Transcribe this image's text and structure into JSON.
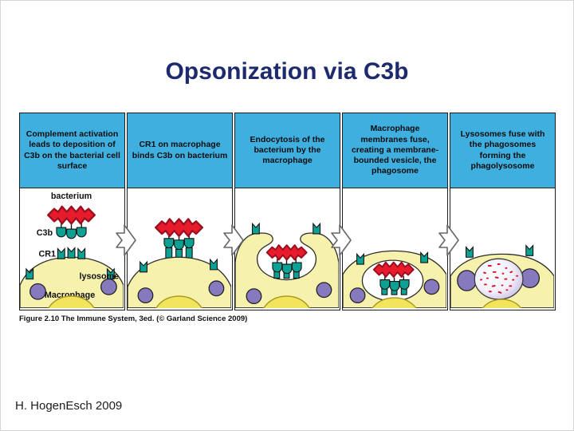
{
  "slide": {
    "title": "Opsonization via C3b",
    "caption": "Figure 2.10 The Immune System, 3ed. (© Garland Science 2009)",
    "attribution": "H. HogenEsch 2009"
  },
  "colors": {
    "title": "#1e2a6e",
    "header-bg": "#3fafe0",
    "cell": "#f6f2ad",
    "nucleus": "#f2e55e",
    "nucleus-outline": "#a8941c",
    "lysosome": "#8679bd",
    "bacterium": "#e81b2d",
    "bacterium-outline": "#9c0f1e",
    "receptor": "#0ca193"
  },
  "panels": [
    {
      "header": "Complement activation leads to deposition of C3b on the bacterial cell surface",
      "labels": {
        "bacterium": "bacterium",
        "c3b": "C3b",
        "cr1": "CR1",
        "lysosome": "lysosome",
        "macrophage": "Macrophage"
      }
    },
    {
      "header": "CR1 on macrophage binds C3b on bacterium"
    },
    {
      "header": "Endocytosis of the bacterium by the macrophage"
    },
    {
      "header": "Macrophage membranes fuse, creating a membrane-bounded vesicle, the phagosome"
    },
    {
      "header": "Lysosomes fuse with the phagosomes forming the phagolysosome"
    }
  ]
}
